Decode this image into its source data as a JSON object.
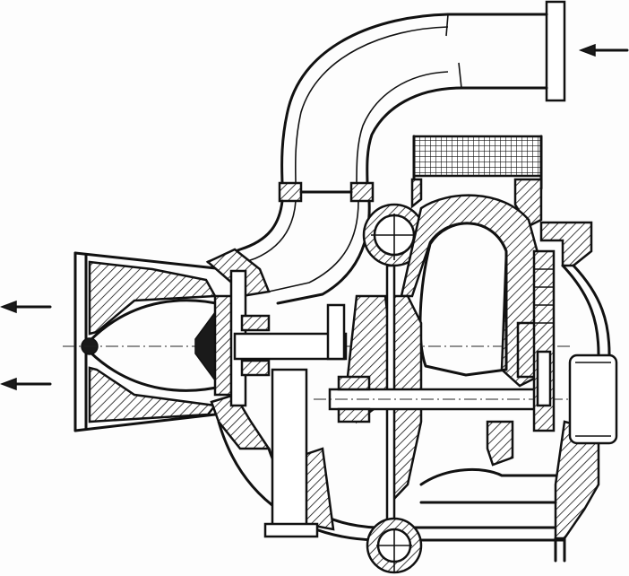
{
  "figure": {
    "subject": "turbocharger-cross-section",
    "flow_arrows": [
      {
        "id": "inlet",
        "direction": "left"
      },
      {
        "id": "exhaust-upper",
        "direction": "left"
      },
      {
        "id": "exhaust-lower",
        "direction": "left"
      }
    ],
    "colors": {
      "ink": "#111111",
      "paper": "#fdfdfd"
    }
  }
}
